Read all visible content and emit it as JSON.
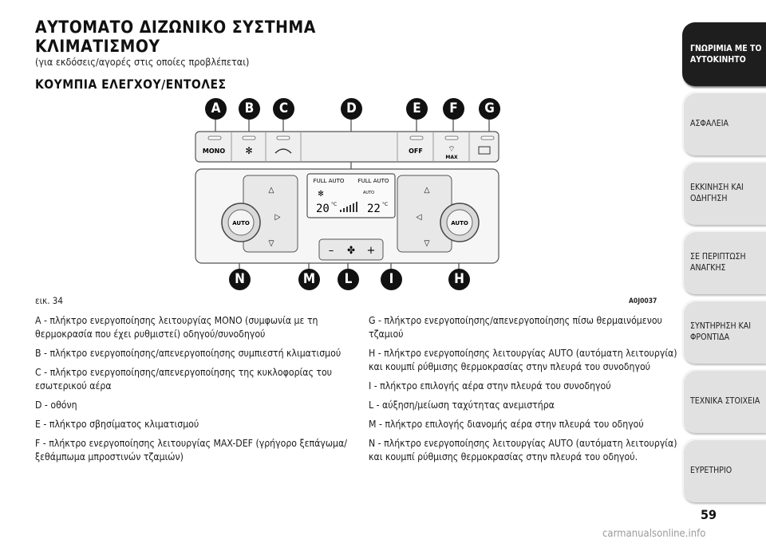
{
  "header": {
    "title": "ΑΥΤΟΜΑΤΟ ΔΙΖΩΝΙΚΟ ΣΥΣΤΗΜΑ ΚΛΙΜΑΤΙΣΜΟΥ",
    "subtitle": "(για εκδόσεις/αγορές στις οποίες προβλέπεται)",
    "section": "ΚΟΥΜΠΙΑ ΕΛΕΓΧΟΥ/ΕΝΤΟΛΕΣ"
  },
  "figure": {
    "caption": "εικ. 34",
    "code": "A0J0037",
    "callouts_top": [
      "A",
      "B",
      "C",
      "D",
      "E",
      "F",
      "G"
    ],
    "callouts_bottom": [
      "N",
      "M",
      "L",
      "I",
      "H"
    ],
    "buttons": {
      "mono": "MONO",
      "off": "OFF",
      "max": "MAX",
      "auto": "AUTO"
    },
    "display": {
      "full_auto_left": "FULL AUTO",
      "full_auto_right": "FULL AUTO",
      "auto_small": "AUTO",
      "temp_left": "20",
      "temp_right": "22",
      "unit": "°C"
    },
    "fan": {
      "minus": "–",
      "plus": "+"
    }
  },
  "left_items": [
    "A - πλήκτρο ενεργοποίησης λειτουργίας MONO (συμφωνία με τη θερμοκρασία που έχει ρυθμιστεί) οδηγού/συνοδηγού",
    "B - πλήκτρο ενεργοποίησης/απενεργοποίησης συμπιεστή κλιματισμού",
    "C - πλήκτρο ενεργοποίησης/απενεργοποίησης της κυκλοφορίας του εσωτερικού αέρα",
    "D - οθόνη",
    "E - πλήκτρο σβησίματος κλιματισμού",
    "F - πλήκτρο ενεργοποίησης λειτουργίας MAX-DEF (γρήγορο ξεπάγωμα/ξεθάμπωμα μπροστινών τζαμιών)"
  ],
  "right_items": [
    "G - πλήκτρο ενεργοποίησης/απενεργοποίησης πίσω θερμαινόμενου τζαμιού",
    "H - πλήκτρο ενεργοποίησης λειτουργίας AUTO (αυτόματη λειτουργία) και κουμπί ρύθμισης θερμοκρασίας στην πλευρά του συνοδηγού",
    "I - πλήκτρο επιλογής αέρα στην πλευρά του συνοδηγού",
    "L - αύξηση/μείωση ταχύτητας ανεμιστήρα",
    "M - πλήκτρο επιλογής διανομής αέρα στην πλευρά του οδηγού",
    "N - πλήκτρο ενεργοποίησης λειτουργίας AUTO (αυτόματη λειτουργία) και κουμπί ρύθμισης θερμοκρασίας στην πλευρά του οδηγού."
  ],
  "tabs": [
    "ΓΝΩΡΙΜΙΑ ΜΕ ΤΟ ΑΥΤΟΚΙΝΗΤΟ",
    "ΑΣΦΑΛΕΙΑ",
    "ΕΚΚΙΝΗΣΗ ΚΑΙ ΟΔΗΓΗΣΗ",
    "ΣΕ ΠΕΡΙΠΤΩΣΗ ΑΝΑΓΚΗΣ",
    "ΣΥΝΤΗΡΗΣΗ ΚΑΙ ΦΡΟΝΤΙΔΑ",
    "ΤΕΧΝΙΚΑ ΣΤΟΙΧΕΙΑ",
    "ΕΥΡΕΤΗΡΙΟ"
  ],
  "page_number": "59",
  "watermark": "carmanualsonline.info"
}
